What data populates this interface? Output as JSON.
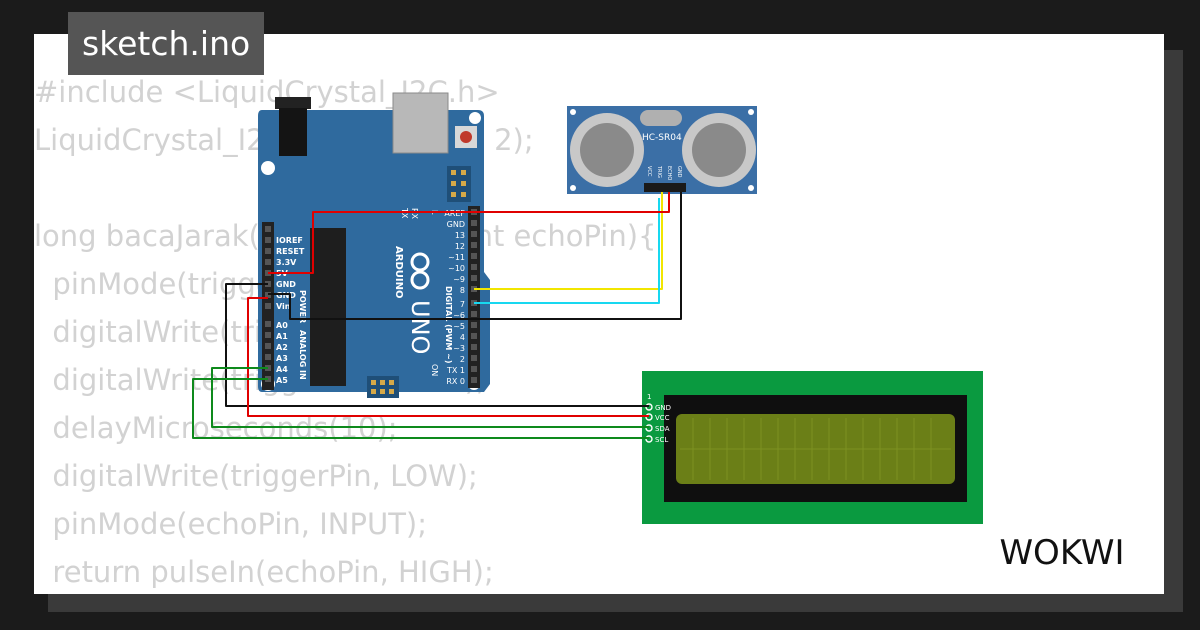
{
  "filename": "sketch.ino",
  "brand": "WOKWI",
  "code_lines": [
    "#include <LiquidCrystal_I2C.h>",
    "LiquidCrystal_I2C lcd(0x27, 16, 2);",
    "",
    "long bacaJarak(int triggerPin, int echoPin){",
    "  pinMode(triggerPin, OUTPUT);",
    "  digitalWrite(triggerPin, LOW);",
    "  digitalWrite(triggerPin, HIGH);",
    "  delayMicroseconds(10);",
    "  digitalWrite(triggerPin, LOW);",
    "  pinMode(echoPin, INPUT);",
    "  return pulseIn(echoPin, HIGH);"
  ],
  "arduino": {
    "model": "UNO",
    "maker": "ARDUINO",
    "power_label": "POWER",
    "analog_label": "ANALOG IN",
    "digital_label": "DIGITAL (PWM ~)",
    "on_label": "ON",
    "power_pins": [
      "IOREF",
      "RESET",
      "3.3V",
      "5V",
      "GND",
      "GND",
      "Vin"
    ],
    "analog_pins": [
      "A0",
      "A1",
      "A2",
      "A3",
      "A4",
      "A5"
    ],
    "top_pins": [
      "AREF",
      "GND",
      "13",
      "12",
      "~11",
      "~10",
      "~9",
      "8"
    ],
    "bottom_pins": [
      "7",
      "~6",
      "~5",
      "4",
      "~3",
      "2",
      "TX 1",
      "RX 0"
    ],
    "led_labels": [
      "TX",
      "RX",
      "L"
    ]
  },
  "sensor": {
    "name": "HC-SR04",
    "pins": [
      "VCC",
      "TRIG",
      "ECHO",
      "GND"
    ]
  },
  "lcd": {
    "pins": [
      "GND",
      "VCC",
      "SDA",
      "SCL"
    ],
    "marker": "1"
  },
  "colors": {
    "board": "#2f6a9e",
    "sensor": "#3b6fa6",
    "lcd_pcb": "#0a9a40",
    "lcd_screen": "#6b7f17",
    "wire_red": "#e00000",
    "wire_black": "#111111",
    "wire_yellow": "#f2e600",
    "wire_cyan": "#18d8f0",
    "wire_green": "#0e8a1c"
  }
}
